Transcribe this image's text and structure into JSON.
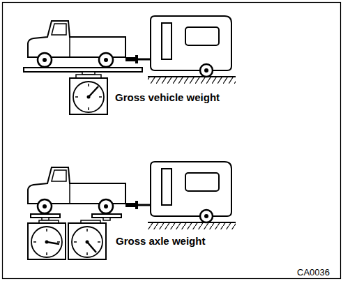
{
  "diagram": {
    "labels": [
      "Gross vehicle weight",
      "Gross axle weight",
      "CA0036"
    ]
  }
}
